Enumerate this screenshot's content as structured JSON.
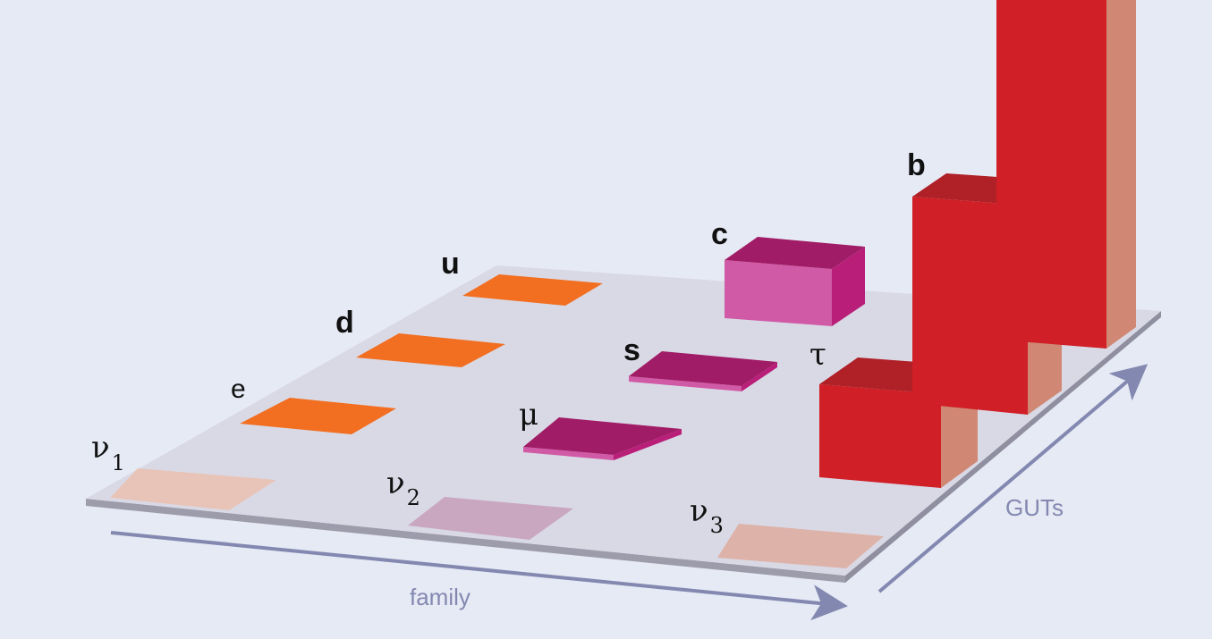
{
  "labels": {
    "nu1": {
      "symbol": "ν",
      "sub": "1"
    },
    "e": "e",
    "d": "d",
    "u": "u",
    "nu2": {
      "symbol": "ν",
      "sub": "2"
    },
    "mu": "μ",
    "s": "s",
    "c": "c",
    "nu3": {
      "symbol": "ν",
      "sub": "3"
    },
    "tau": "τ",
    "b": "b"
  },
  "axes": {
    "family": "family",
    "guts": "GUTs"
  },
  "colors": {
    "background": "#e6eaf5",
    "plane_top": "#d9d9e6",
    "plane_edge": "#9c9cab",
    "axis": "#8388b0",
    "first_family_quark": "#f26f21",
    "neutrino_1": "#e8c4b8",
    "neutrino_2": "#caa7c1",
    "neutrino_3": "#ddb2a8",
    "second_family_top": "#a11c66",
    "second_family_front": "#d05aa5",
    "second_family_side": "#b91f78",
    "third_family_top": "#af2027",
    "third_family_front": "#d01f26",
    "third_family_side": "#d08874"
  }
}
